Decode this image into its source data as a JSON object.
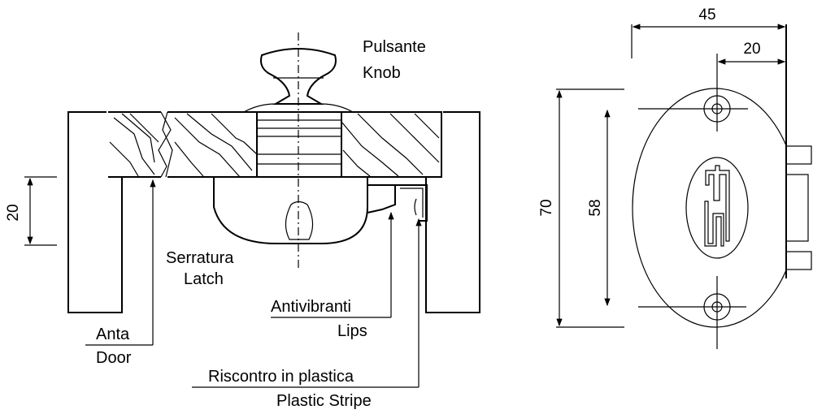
{
  "labels": {
    "knob_it": "Pulsante",
    "knob_en": "Knob",
    "latch_it": "Serratura",
    "latch_en": "Latch",
    "door_it": "Anta",
    "door_en": "Door",
    "lips_it": "Antivibranti",
    "lips_en": "Lips",
    "stripe_it": "Riscontro in plastica",
    "stripe_en": "Plastic Stripe"
  },
  "dimensions": {
    "door_thickness": "20",
    "width_total": "45",
    "width_offset": "20",
    "height_total": "70",
    "hole_spacing": "58"
  }
}
